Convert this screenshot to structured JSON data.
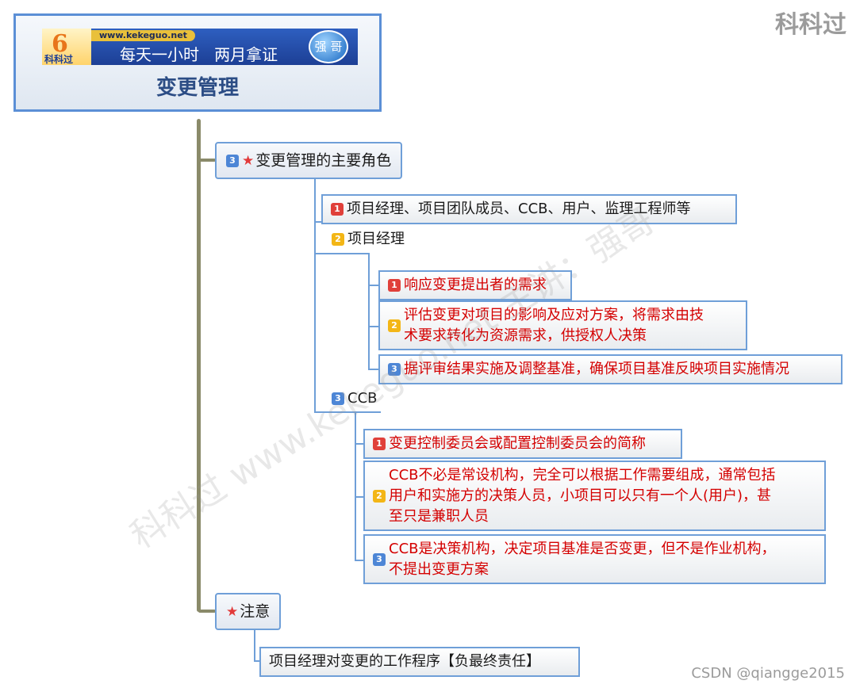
{
  "corner_watermark": "科科过",
  "root": {
    "logo_glyph": "6",
    "logo_brand": "科科过",
    "url": "www.kekeguo.net",
    "slogan": "每天一小时   两月拿证",
    "badge": "强 哥",
    "title": "变更管理"
  },
  "branches": {
    "roles": {
      "badge": "3",
      "label": "变更管理的主要角色",
      "members": {
        "badge": "1",
        "label": "项目经理、项目团队成员、CCB、用户、监理工程师等"
      },
      "pm": {
        "badge": "2",
        "label": "项目经理",
        "items": [
          {
            "badge": "1",
            "lines": [
              "响应变更提出者的需求"
            ]
          },
          {
            "badge": "2",
            "lines": [
              "评估变更对项目的影响及应对方案，将需求由技",
              "术要求转化为资源需求，供授权人决策"
            ]
          },
          {
            "badge": "3",
            "lines": [
              "据评审结果实施及调整基准，确保项目基准反映项目实施情况"
            ]
          }
        ]
      },
      "ccb": {
        "badge": "3",
        "label": "CCB",
        "items": [
          {
            "badge": "1",
            "lines": [
              "变更控制委员会或配置控制委员会的简称"
            ]
          },
          {
            "badge": "2",
            "lines": [
              "CCB不必是常设机构，完全可以根据工作需要组成，通常包括",
              "用户和实施方的决策人员，小项目可以只有一个人(用户)，甚",
              "至只是兼职人员"
            ]
          },
          {
            "badge": "3",
            "lines": [
              "CCB是决策机构，决定项目基准是否变更，但不是作业机构，",
              "不提出变更方案"
            ]
          }
        ]
      }
    },
    "note": {
      "label": "注意",
      "child": "项目经理对变更的工作程序【负最终责任】"
    }
  },
  "diagonal_watermark": "科科过 www.kekeguo.net 主讲：强哥",
  "footer_watermark": "CSDN @qiangge2015"
}
